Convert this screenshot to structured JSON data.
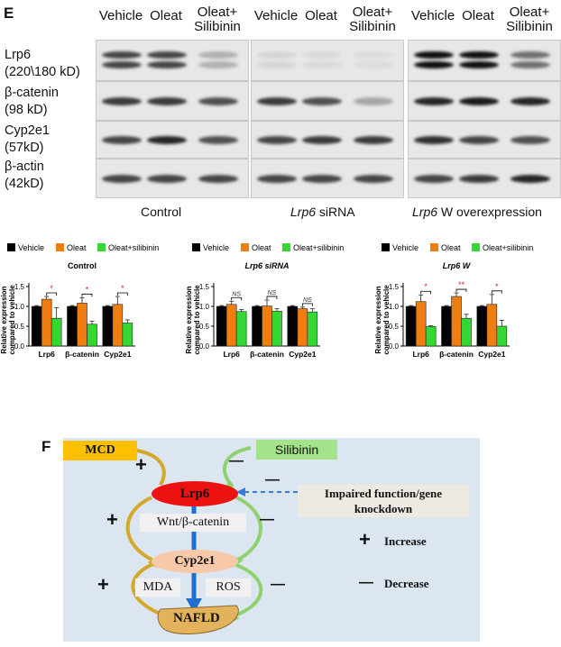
{
  "panel_e": {
    "letter": "E",
    "columns": [
      {
        "key": "vehicle",
        "line1": "Vehicle",
        "line2": ""
      },
      {
        "key": "oleat",
        "line1": "Oleat",
        "line2": ""
      },
      {
        "key": "oleat_silibinin",
        "line1": "Oleat+",
        "line2": "Silibinin"
      }
    ],
    "rows": [
      {
        "name": "Lrp6",
        "size": "(220\\180 kD)"
      },
      {
        "name": "β-catenin",
        "size": "(98 kD)"
      },
      {
        "name": "Cyp2e1",
        "size": "(57kD)"
      },
      {
        "name": "β-actin",
        "size": "(42kD)"
      }
    ],
    "groups": [
      {
        "gene": "",
        "suffix": "Control"
      },
      {
        "gene": "Lrp6",
        "suffix": " siRNA"
      },
      {
        "gene": "Lrp6",
        "suffix": " W overexpression"
      }
    ],
    "legend": [
      "Vehicle",
      "Oleat",
      "Oleat+silibinin"
    ],
    "colors": {
      "vehicle": "#000000",
      "oleat": "#f07d0f",
      "silibinin": "#33d833",
      "star": "#e02020"
    }
  },
  "chart_data": [
    {
      "type": "bar",
      "title": "Control",
      "ylabel": "Relative expression compared to vehicle",
      "categories": [
        "Lrp6",
        "β-catenin",
        "Cyp2e1"
      ],
      "ylim": [
        0,
        1.5
      ],
      "yticks": [
        "0.0",
        "0.5",
        "1.0",
        "1.5"
      ],
      "series": [
        {
          "name": "Vehicle",
          "values": [
            1.0,
            1.0,
            1.0
          ],
          "err": [
            0.02,
            0.02,
            0.02
          ]
        },
        {
          "name": "Oleat",
          "values": [
            1.18,
            1.08,
            1.05
          ],
          "err": [
            0.07,
            0.14,
            0.2
          ]
        },
        {
          "name": "Oleat+silibinin",
          "values": [
            0.7,
            0.55,
            0.58
          ],
          "err": [
            0.27,
            0.08,
            0.08
          ]
        }
      ],
      "annotations": [
        "*",
        "*",
        "*"
      ]
    },
    {
      "type": "bar",
      "title": "Lrp6 siRNA",
      "ylabel": "Relative expression compared to vehicle",
      "categories": [
        "Lrp6",
        "β-catenin",
        "Cyp2e1"
      ],
      "ylim": [
        0,
        1.5
      ],
      "yticks": [
        "0.0",
        "0.5",
        "1.0",
        "1.5"
      ],
      "series": [
        {
          "name": "Vehicle",
          "values": [
            1.0,
            1.0,
            1.0
          ],
          "err": [
            0.02,
            0.02,
            0.02
          ]
        },
        {
          "name": "Oleat",
          "values": [
            1.05,
            1.01,
            0.94
          ],
          "err": [
            0.08,
            0.15,
            0.04
          ]
        },
        {
          "name": "Oleat+silibinin",
          "values": [
            0.87,
            0.88,
            0.86
          ],
          "err": [
            0.05,
            0.06,
            0.08
          ]
        }
      ],
      "annotations": [
        "NS",
        "NS",
        "NS"
      ]
    },
    {
      "type": "bar",
      "title": "Lrp6 W",
      "ylabel": "Relative expression compared to vehicle",
      "categories": [
        "Lrp6",
        "β-catenin",
        "Cyp2e1"
      ],
      "ylim": [
        0,
        1.5
      ],
      "yticks": [
        "0.0",
        "0.5",
        "1.0",
        "1.5"
      ],
      "series": [
        {
          "name": "Vehicle",
          "values": [
            1.0,
            1.0,
            1.0
          ],
          "err": [
            0.02,
            0.02,
            0.02
          ]
        },
        {
          "name": "Oleat",
          "values": [
            1.12,
            1.25,
            1.05
          ],
          "err": [
            0.17,
            0.09,
            0.25
          ]
        },
        {
          "name": "Oleat+silibinin",
          "values": [
            0.49,
            0.7,
            0.5
          ],
          "err": [
            0.02,
            0.1,
            0.15
          ]
        }
      ],
      "annotations": [
        "*",
        "**",
        "*"
      ]
    }
  ],
  "panel_f": {
    "letter": "F",
    "mcd": "MCD",
    "silibinin": "Silibinin",
    "lrp6": "Lrp6",
    "wnt": "Wnt/β-catenin",
    "cyp2e1": "Cyp2e1",
    "mda": "MDA",
    "ros": "ROS",
    "nafld": "NAFLD",
    "impaired": "Impaired function/gene knockdown",
    "plus": "+",
    "minus": "—",
    "legend_increase": "Increase",
    "legend_decrease": "Decrease",
    "colors": {
      "background": "#dbe6f1",
      "mcd": "#ffc000",
      "silibinin": "#a5e38a",
      "lrp6": "#ee1111",
      "cyp2e1": "#f8c9a8",
      "arrow": "#1f6fd1"
    }
  }
}
